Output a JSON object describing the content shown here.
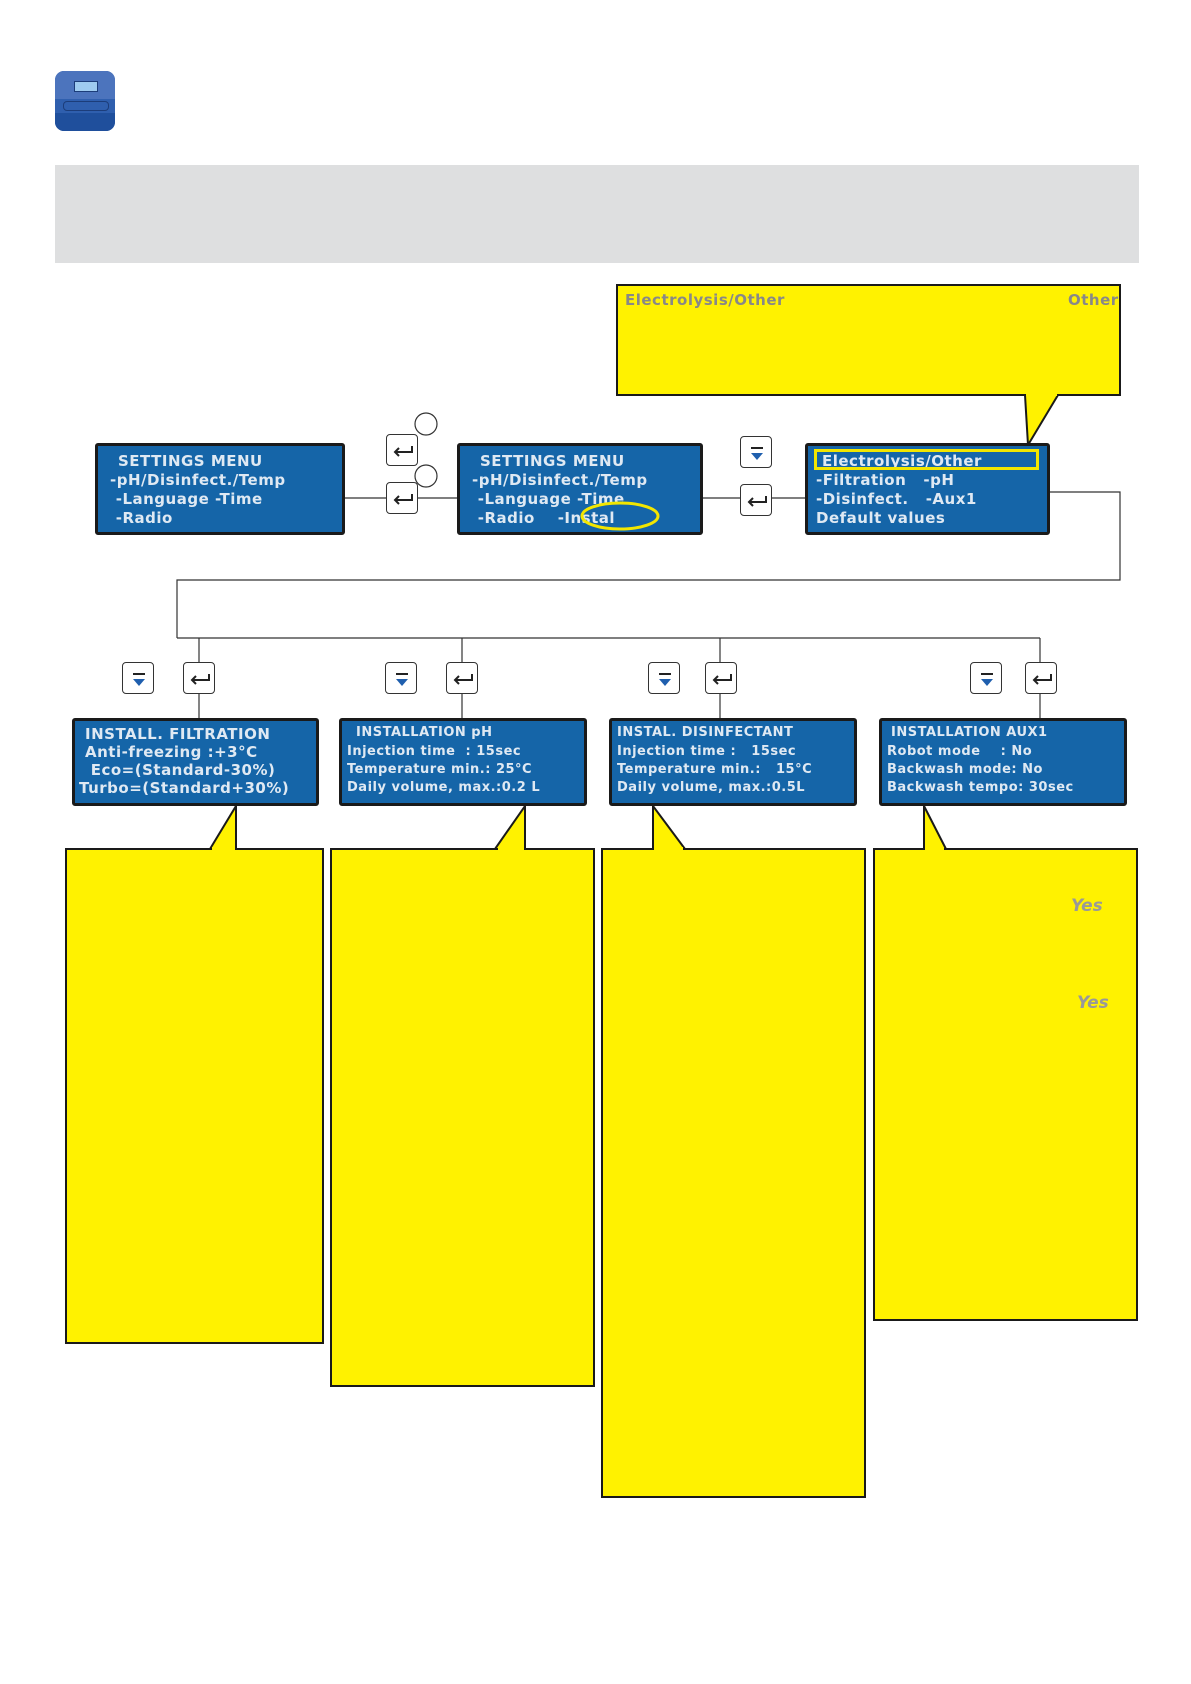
{
  "screens": {
    "settings_menu_1": {
      "lines": [
        "SETTINGS MENU",
        "-pH/Disinfect./Temp",
        " -Language -Time",
        " -Radio"
      ]
    },
    "settings_menu_2": {
      "lines": [
        "SETTINGS MENU",
        "-pH/Disinfect./Temp",
        " -Language -Time",
        " -Radio    -Instal"
      ]
    },
    "install_menu": {
      "lines": [
        "Electrolysis/Other",
        "-Filtration   -pH",
        "-Disinfect.   -Aux1",
        "Default values"
      ]
    },
    "install_filtration": {
      "lines": [
        "INSTALL. FILTRATION",
        "Anti-freezing :+3°C",
        " Eco=(Standard-30%)",
        "Turbo=(Standard+30%)"
      ]
    },
    "install_ph": {
      "lines": [
        "INSTALLATION pH",
        "Injection time  : 15sec",
        "Temperature min.: 25°C",
        "Daily volume, max.:0.2 L"
      ]
    },
    "install_disinfectant": {
      "lines": [
        "INSTAL. DISINFECTANT",
        "Injection time :   15sec",
        "Temperature min.:   15°C",
        "Daily volume, max.:0.5L"
      ]
    },
    "install_aux1": {
      "lines": [
        "INSTALLATION AUX1",
        "Robot mode    : No",
        "Backwash mode: No",
        "Backwash tempo: 30sec"
      ]
    }
  },
  "notes": {
    "top_note_left": "Electrolysis/Other",
    "top_note_right": "Other",
    "aux1_yes_1": "Yes",
    "aux1_yes_2": "Yes"
  },
  "colors": {
    "lcd_background": "#1565a8",
    "lcd_text": "#dfe9f3",
    "callout_fill": "#fff200",
    "highlight_outline": "#f2e600",
    "header_band": "#dedfe0"
  },
  "icons": [
    "device-icon",
    "enter-key-icon",
    "down-key-icon"
  ]
}
